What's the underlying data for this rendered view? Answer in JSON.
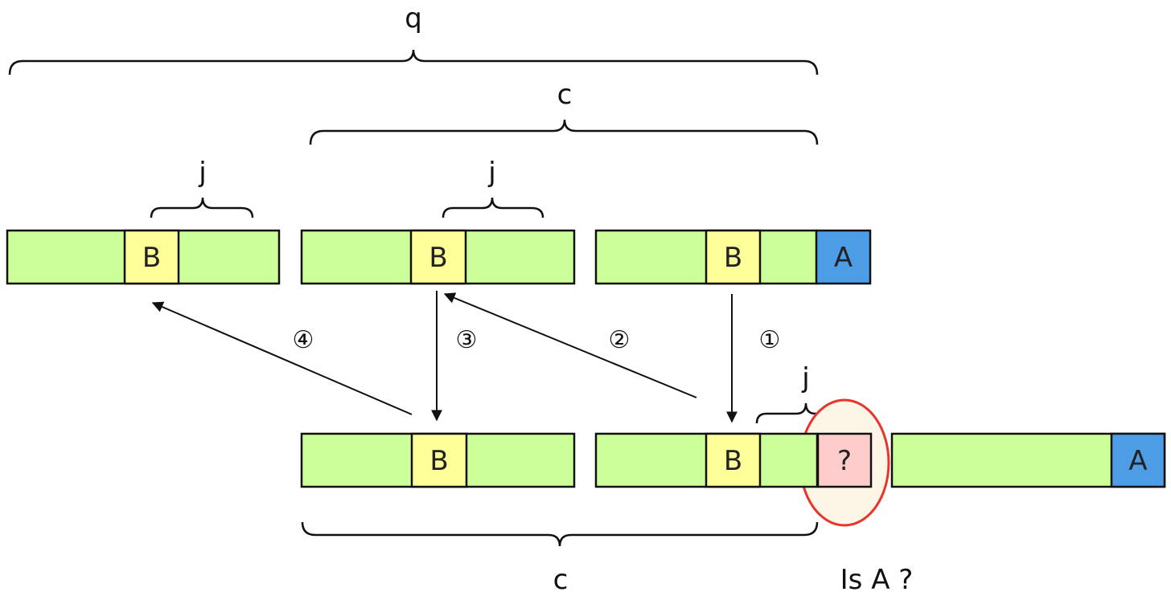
{
  "colors": {
    "segment": "#ccff99",
    "b_cell": "#ffff99",
    "a_cell": "#4d9de6",
    "unknown_cell": "#ffcccc",
    "highlight_fill": "#fdf5e6",
    "highlight_ring": "#e8342a",
    "stroke": "#111111"
  },
  "braces": {
    "q": "q",
    "c_top": "c",
    "j_left": "j",
    "j_middle": "j",
    "j_bottom": "j",
    "c_bottom": "c"
  },
  "cells": {
    "b": "B",
    "a": "A",
    "unknown": "?"
  },
  "steps": [
    "①",
    "②",
    "③",
    "④"
  ],
  "question": "Is A ?"
}
